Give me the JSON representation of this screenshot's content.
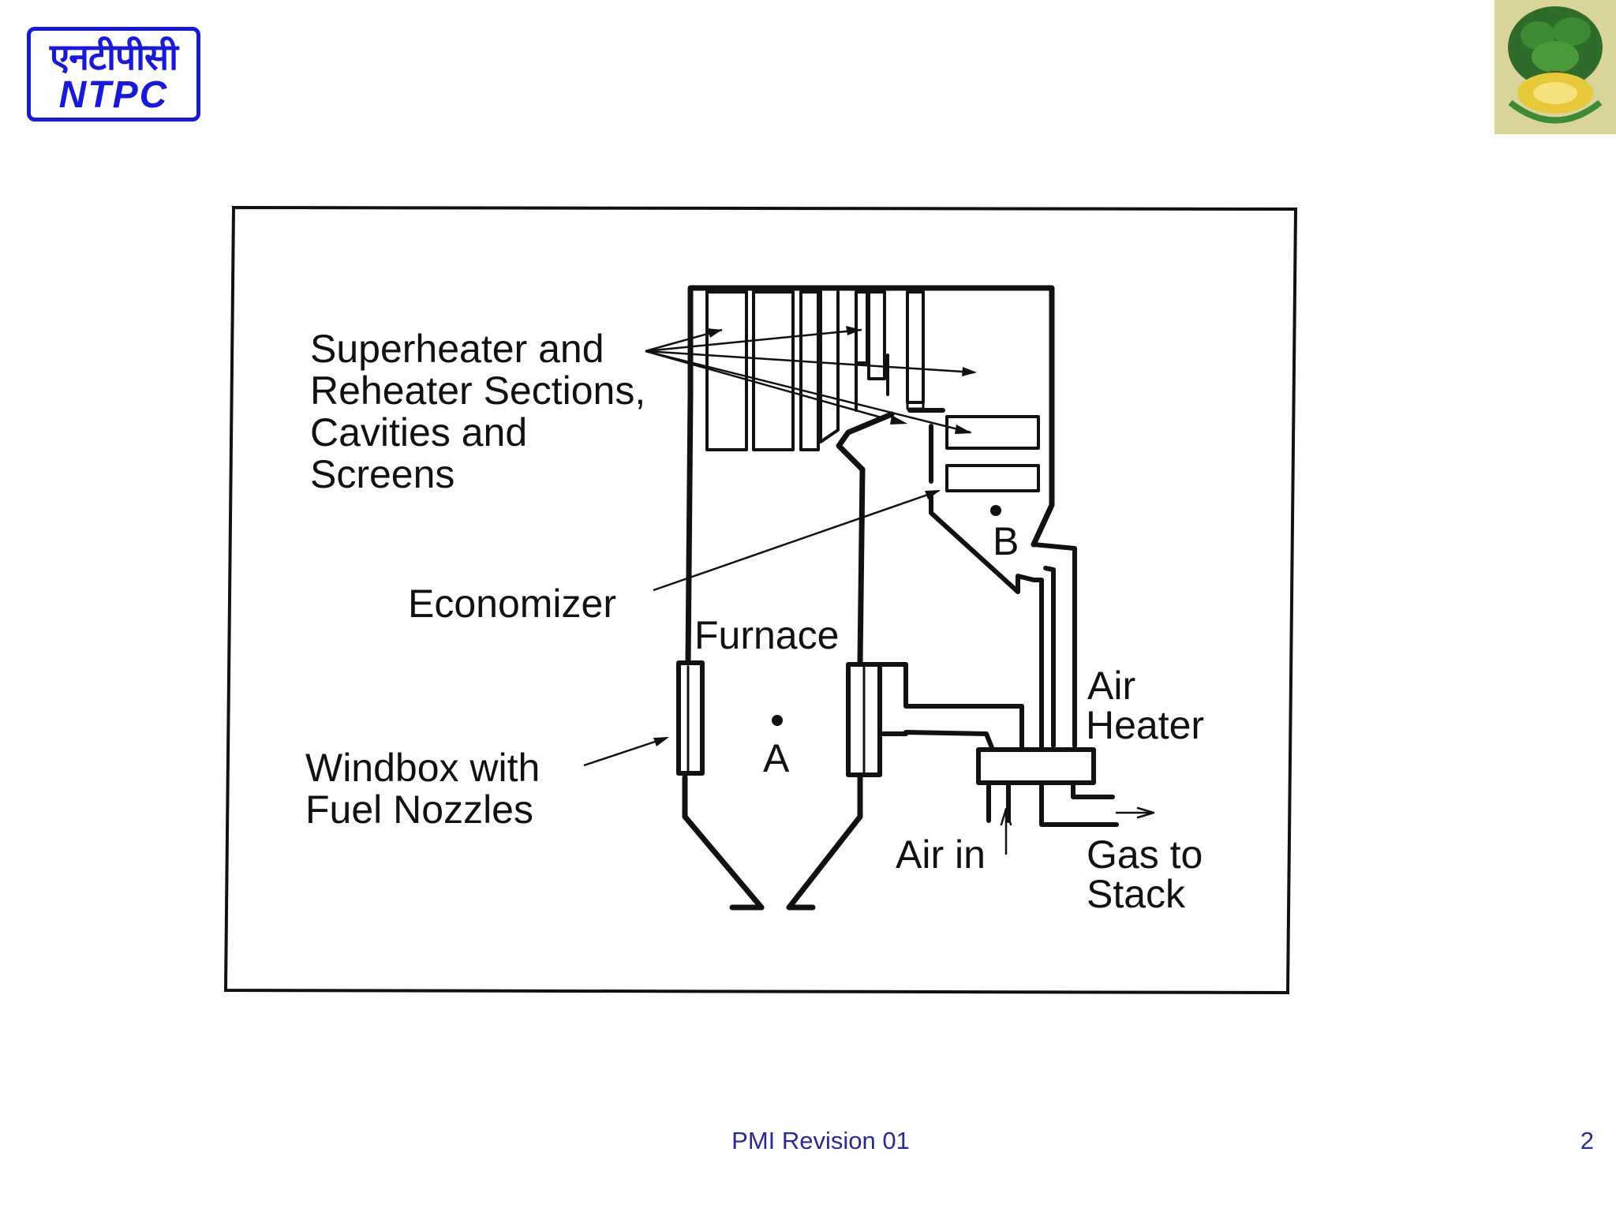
{
  "header": {
    "logo_hindi": "एनटीपीसी",
    "logo_english": "NTPC",
    "brand_color": "#1a1ad6",
    "emblem_icon": "tree-emblem-icon"
  },
  "diagram": {
    "labels": {
      "superheater": [
        "Superheater and",
        "Reheater Sections,",
        "Cavities and",
        "Screens"
      ],
      "economizer": "Economizer",
      "furnace": "Furnace",
      "windbox": [
        "Windbox with",
        "Fuel Nozzles"
      ],
      "point_a": "A",
      "point_b": "B",
      "air_heater": [
        "Air",
        "Heater"
      ],
      "air_in": "Air in",
      "gas_to_stack": [
        "Gas to",
        "Stack"
      ]
    }
  },
  "footer": {
    "revision": "PMI Revision 01",
    "page_number": "2",
    "text_color": "#2b2b8f"
  }
}
